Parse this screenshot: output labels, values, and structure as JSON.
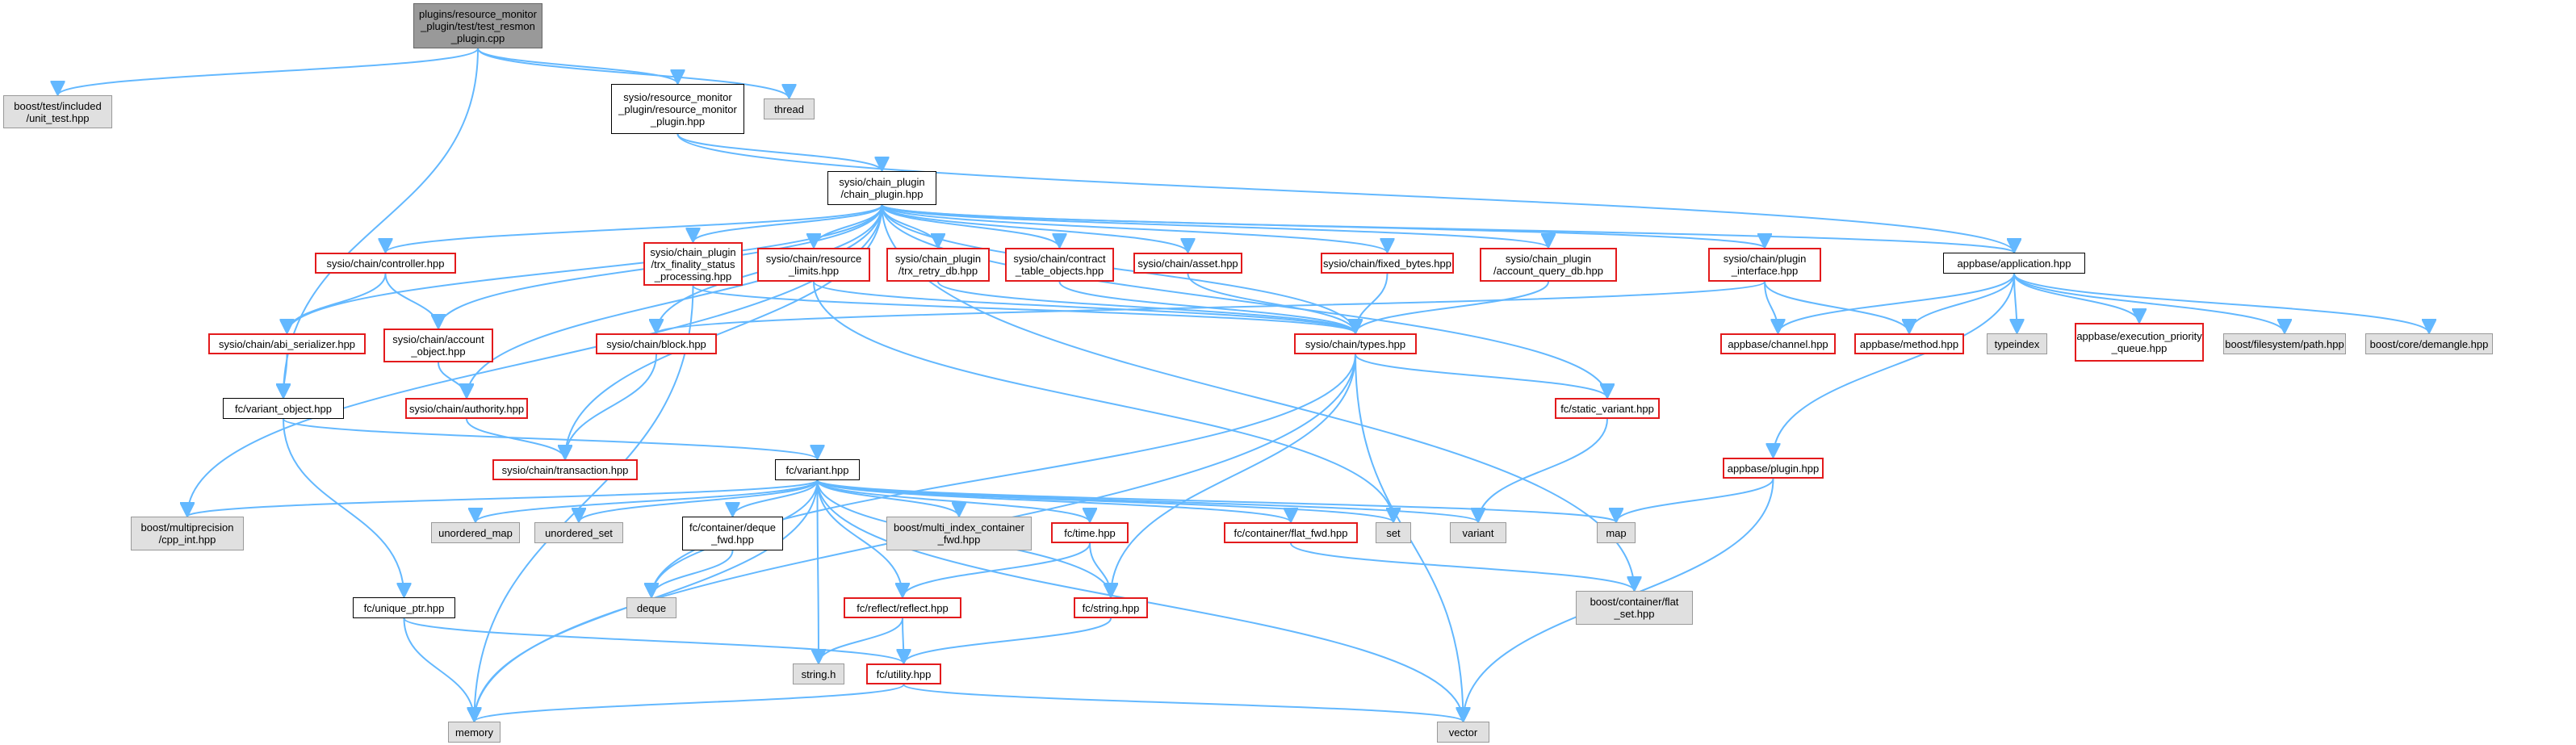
{
  "graph": {
    "nodes": [
      {
        "id": "root",
        "label": "plugins/resource_monitor\n_plugin/test/test_resmon\n_plugin.cpp",
        "kind": "root"
      },
      {
        "id": "unit_test",
        "label": "boost/test/included\n/unit_test.hpp",
        "kind": "sys"
      },
      {
        "id": "resmon",
        "label": "sysio/resource_monitor\n_plugin/resource_monitor\n_plugin.hpp",
        "kind": "doc"
      },
      {
        "id": "thread",
        "label": "thread",
        "kind": "sys"
      },
      {
        "id": "chain_plugin",
        "label": "sysio/chain_plugin\n/chain_plugin.hpp",
        "kind": "doc"
      },
      {
        "id": "controller",
        "label": "sysio/chain/controller.hpp",
        "kind": "warn"
      },
      {
        "id": "trx_finality",
        "label": "sysio/chain_plugin\n/trx_finality_status\n_processing.hpp",
        "kind": "warn"
      },
      {
        "id": "resource_limits",
        "label": "sysio/chain/resource\n_limits.hpp",
        "kind": "warn"
      },
      {
        "id": "trx_retry",
        "label": "sysio/chain_plugin\n/trx_retry_db.hpp",
        "kind": "warn"
      },
      {
        "id": "contract_table",
        "label": "sysio/chain/contract\n_table_objects.hpp",
        "kind": "warn"
      },
      {
        "id": "asset",
        "label": "sysio/chain/asset.hpp",
        "kind": "warn"
      },
      {
        "id": "fixed_bytes",
        "label": "sysio/chain/fixed_bytes.hpp",
        "kind": "warn"
      },
      {
        "id": "account_query",
        "label": "sysio/chain_plugin\n/account_query_db.hpp",
        "kind": "warn"
      },
      {
        "id": "plugin_interface",
        "label": "sysio/chain/plugin\n_interface.hpp",
        "kind": "warn"
      },
      {
        "id": "application",
        "label": "appbase/application.hpp",
        "kind": "doc"
      },
      {
        "id": "abi_serializer",
        "label": "sysio/chain/abi_serializer.hpp",
        "kind": "warn"
      },
      {
        "id": "account_object",
        "label": "sysio/chain/account\n_object.hpp",
        "kind": "warn"
      },
      {
        "id": "block",
        "label": "sysio/chain/block.hpp",
        "kind": "warn"
      },
      {
        "id": "types",
        "label": "sysio/chain/types.hpp",
        "kind": "warn"
      },
      {
        "id": "channel",
        "label": "appbase/channel.hpp",
        "kind": "warn"
      },
      {
        "id": "method",
        "label": "appbase/method.hpp",
        "kind": "warn"
      },
      {
        "id": "typeindex",
        "label": "typeindex",
        "kind": "sys"
      },
      {
        "id": "exec_queue",
        "label": "appbase/execution_priority\n_queue.hpp",
        "kind": "warn"
      },
      {
        "id": "fs_path",
        "label": "boost/filesystem/path.hpp",
        "kind": "sys"
      },
      {
        "id": "demangle",
        "label": "boost/core/demangle.hpp",
        "kind": "sys"
      },
      {
        "id": "variant_object",
        "label": "fc/variant_object.hpp",
        "kind": "doc"
      },
      {
        "id": "authority",
        "label": "sysio/chain/authority.hpp",
        "kind": "warn"
      },
      {
        "id": "static_variant",
        "label": "fc/static_variant.hpp",
        "kind": "warn"
      },
      {
        "id": "transaction",
        "label": "sysio/chain/transaction.hpp",
        "kind": "warn"
      },
      {
        "id": "variant",
        "label": "fc/variant.hpp",
        "kind": "doc"
      },
      {
        "id": "appbase_plugin",
        "label": "appbase/plugin.hpp",
        "kind": "warn"
      },
      {
        "id": "cpp_int",
        "label": "boost/multiprecision\n/cpp_int.hpp",
        "kind": "sys"
      },
      {
        "id": "unordered_map",
        "label": "unordered_map",
        "kind": "sys"
      },
      {
        "id": "unordered_set",
        "label": "unordered_set",
        "kind": "sys"
      },
      {
        "id": "deque_fwd",
        "label": "fc/container/deque\n_fwd.hpp",
        "kind": "doc"
      },
      {
        "id": "mi_fwd",
        "label": "boost/multi_index_container\n_fwd.hpp",
        "kind": "sys"
      },
      {
        "id": "fc_time",
        "label": "fc/time.hpp",
        "kind": "warn"
      },
      {
        "id": "flat_fwd",
        "label": "fc/container/flat_fwd.hpp",
        "kind": "warn"
      },
      {
        "id": "set",
        "label": "set",
        "kind": "sys"
      },
      {
        "id": "variant_std",
        "label": "variant",
        "kind": "sys"
      },
      {
        "id": "map",
        "label": "map",
        "kind": "sys"
      },
      {
        "id": "unique_ptr",
        "label": "fc/unique_ptr.hpp",
        "kind": "doc"
      },
      {
        "id": "deque",
        "label": "deque",
        "kind": "sys"
      },
      {
        "id": "flat_set",
        "label": "boost/container/flat\n_set.hpp",
        "kind": "sys"
      },
      {
        "id": "reflect",
        "label": "fc/reflect/reflect.hpp",
        "kind": "warn"
      },
      {
        "id": "fc_string",
        "label": "fc/string.hpp",
        "kind": "warn"
      },
      {
        "id": "string_h",
        "label": "string.h",
        "kind": "sys"
      },
      {
        "id": "utility",
        "label": "fc/utility.hpp",
        "kind": "warn"
      },
      {
        "id": "memory",
        "label": "memory",
        "kind": "sys"
      },
      {
        "id": "vector",
        "label": "vector",
        "kind": "sys"
      }
    ],
    "edges": [
      [
        "root",
        "unit_test"
      ],
      [
        "root",
        "resmon"
      ],
      [
        "root",
        "thread"
      ],
      [
        "root",
        "variant_object"
      ],
      [
        "resmon",
        "chain_plugin"
      ],
      [
        "resmon",
        "application"
      ],
      [
        "chain_plugin",
        "controller"
      ],
      [
        "chain_plugin",
        "trx_finality"
      ],
      [
        "chain_plugin",
        "resource_limits"
      ],
      [
        "chain_plugin",
        "trx_retry"
      ],
      [
        "chain_plugin",
        "contract_table"
      ],
      [
        "chain_plugin",
        "asset"
      ],
      [
        "chain_plugin",
        "fixed_bytes"
      ],
      [
        "chain_plugin",
        "account_query"
      ],
      [
        "chain_plugin",
        "plugin_interface"
      ],
      [
        "chain_plugin",
        "application"
      ],
      [
        "chain_plugin",
        "abi_serializer"
      ],
      [
        "chain_plugin",
        "account_object"
      ],
      [
        "chain_plugin",
        "block"
      ],
      [
        "chain_plugin",
        "types"
      ],
      [
        "chain_plugin",
        "authority"
      ],
      [
        "chain_plugin",
        "static_variant"
      ],
      [
        "chain_plugin",
        "transaction"
      ],
      [
        "chain_plugin",
        "cpp_int"
      ],
      [
        "chain_plugin",
        "flat_set"
      ],
      [
        "controller",
        "abi_serializer"
      ],
      [
        "controller",
        "account_object"
      ],
      [
        "abi_serializer",
        "variant_object"
      ],
      [
        "account_object",
        "authority"
      ],
      [
        "authority",
        "transaction"
      ],
      [
        "block",
        "transaction"
      ],
      [
        "trx_finality",
        "types"
      ],
      [
        "trx_finality",
        "memory"
      ],
      [
        "resource_limits",
        "types"
      ],
      [
        "resource_limits",
        "set"
      ],
      [
        "trx_retry",
        "types"
      ],
      [
        "contract_table",
        "types"
      ],
      [
        "asset",
        "types"
      ],
      [
        "fixed_bytes",
        "types"
      ],
      [
        "account_query",
        "types"
      ],
      [
        "plugin_interface",
        "block"
      ],
      [
        "plugin_interface",
        "channel"
      ],
      [
        "plugin_interface",
        "method"
      ],
      [
        "application",
        "channel"
      ],
      [
        "application",
        "method"
      ],
      [
        "application",
        "typeindex"
      ],
      [
        "application",
        "exec_queue"
      ],
      [
        "application",
        "fs_path"
      ],
      [
        "application",
        "demangle"
      ],
      [
        "application",
        "appbase_plugin"
      ],
      [
        "appbase_plugin",
        "map"
      ],
      [
        "appbase_plugin",
        "vector"
      ],
      [
        "types",
        "deque"
      ],
      [
        "types",
        "static_variant"
      ],
      [
        "types",
        "fc_string"
      ],
      [
        "types",
        "memory"
      ],
      [
        "types",
        "vector"
      ],
      [
        "static_variant",
        "variant_std"
      ],
      [
        "variant_object",
        "variant"
      ],
      [
        "variant_object",
        "unique_ptr"
      ],
      [
        "variant",
        "cpp_int"
      ],
      [
        "variant",
        "unordered_map"
      ],
      [
        "variant",
        "unordered_set"
      ],
      [
        "variant",
        "deque_fwd"
      ],
      [
        "variant",
        "mi_fwd"
      ],
      [
        "variant",
        "fc_time"
      ],
      [
        "variant",
        "flat_fwd"
      ],
      [
        "variant",
        "set"
      ],
      [
        "variant",
        "variant_std"
      ],
      [
        "variant",
        "map"
      ],
      [
        "variant",
        "deque"
      ],
      [
        "variant",
        "reflect"
      ],
      [
        "variant",
        "fc_string"
      ],
      [
        "variant",
        "string_h"
      ],
      [
        "variant",
        "memory"
      ],
      [
        "variant",
        "vector"
      ],
      [
        "deque_fwd",
        "deque"
      ],
      [
        "fc_time",
        "reflect"
      ],
      [
        "fc_time",
        "fc_string"
      ],
      [
        "flat_fwd",
        "flat_set"
      ],
      [
        "reflect",
        "string_h"
      ],
      [
        "reflect",
        "utility"
      ],
      [
        "fc_string",
        "utility"
      ],
      [
        "utility",
        "memory"
      ],
      [
        "utility",
        "vector"
      ],
      [
        "unique_ptr",
        "memory"
      ],
      [
        "unique_ptr",
        "utility"
      ]
    ]
  },
  "colors": {
    "edge": "#63b8ff",
    "warn_border": "#e31a1c",
    "root_fill": "#999999",
    "sys_fill": "#e0e0e0"
  }
}
